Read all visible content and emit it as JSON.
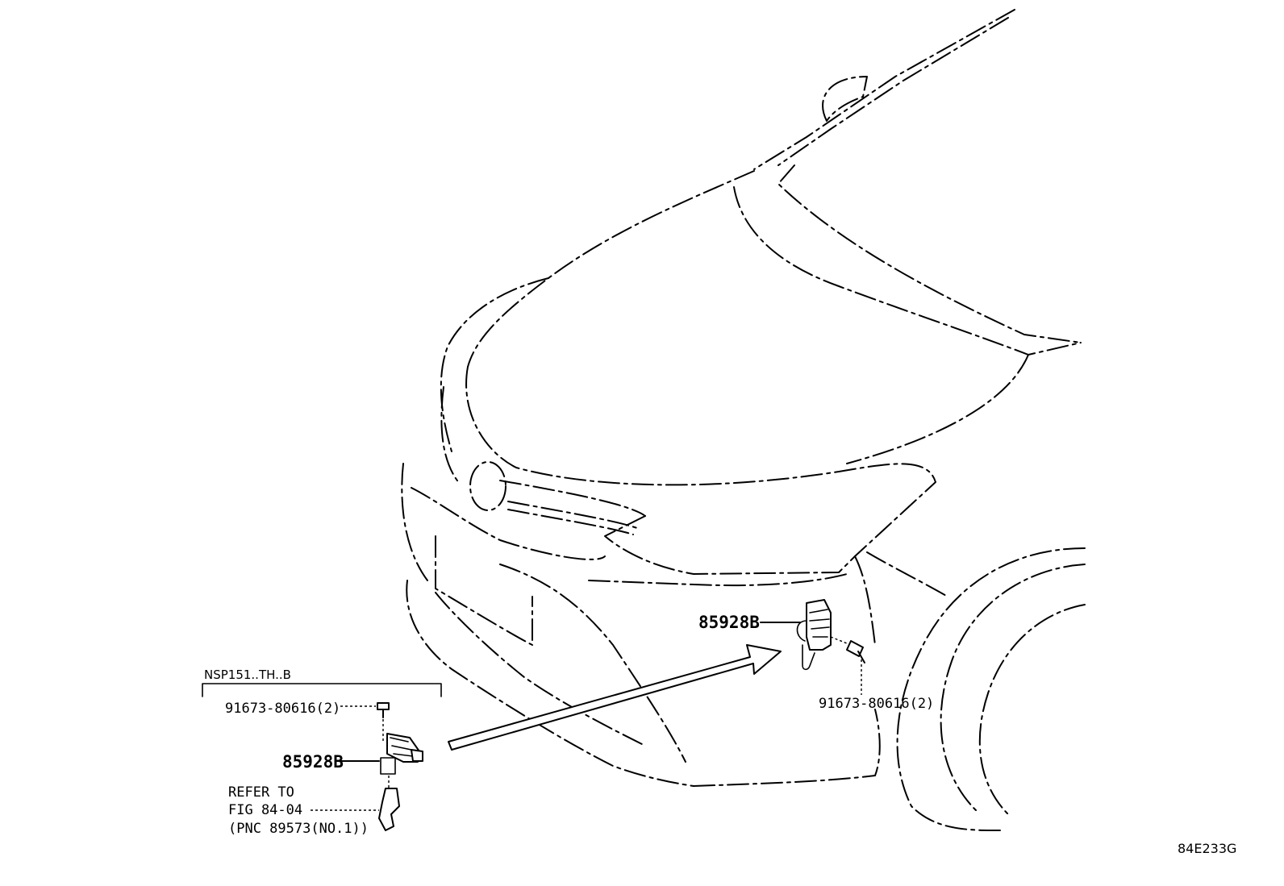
{
  "diagram": {
    "variant_label": "NSP151..TH..B",
    "inset": {
      "bolt_label": "91673-80616(2)",
      "sensor_label": "85928B",
      "refer_line1": "REFER TO",
      "refer_line2": "FIG 84-04",
      "refer_line3": "(PNC 89573(NO.1))"
    },
    "main": {
      "sensor_label": "85928B",
      "bolt_label": "91673-80616(2)"
    },
    "figure_code": "84E233G"
  }
}
